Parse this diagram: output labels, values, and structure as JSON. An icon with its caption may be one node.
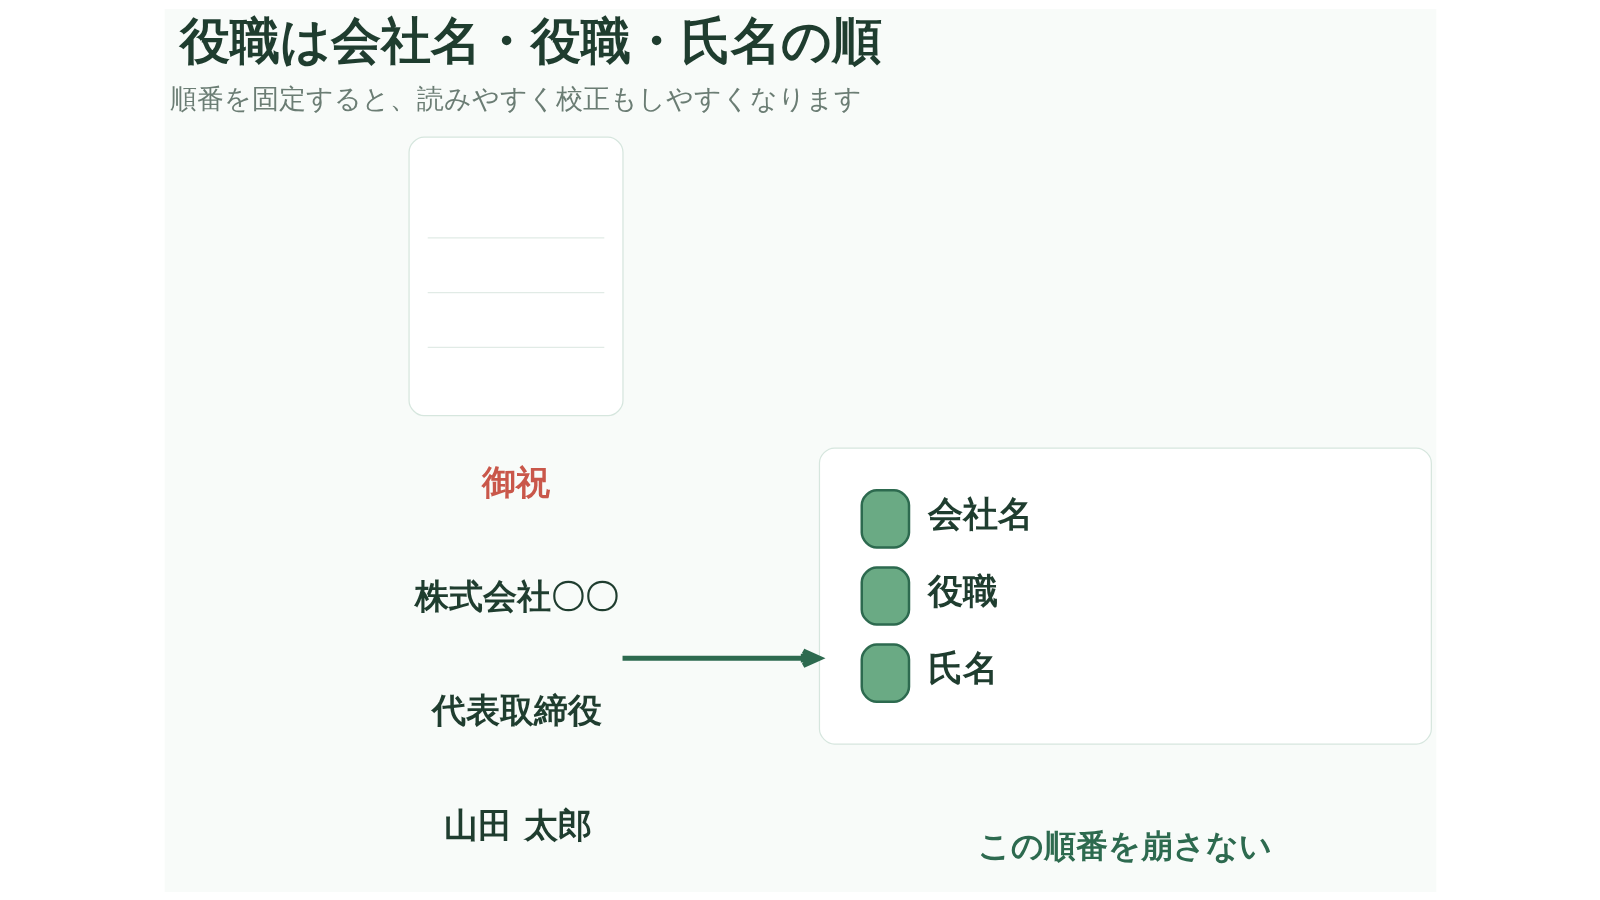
{
  "diagram": {
    "title": "役職は会社名・役職・氏名の順",
    "nodes": [
      {
        "text": [],
        "shape": "box"
      },
      {
        "text": [
          "御祝",
          "株式会社〇〇",
          "代表取締役",
          "山田 太郎"
        ]
      },
      {
        "text": [
          "会社名",
          "役職",
          "氏名"
        ],
        "beside": [
          "この順番を崩さない"
        ]
      }
    ],
    "edges": [
      {
        "from": 1,
        "to": 2,
        "arrow": "to"
      }
    ],
    "labels": [
      "順番を固定すると、読みやすく校正もしやすくなります"
    ]
  }
}
